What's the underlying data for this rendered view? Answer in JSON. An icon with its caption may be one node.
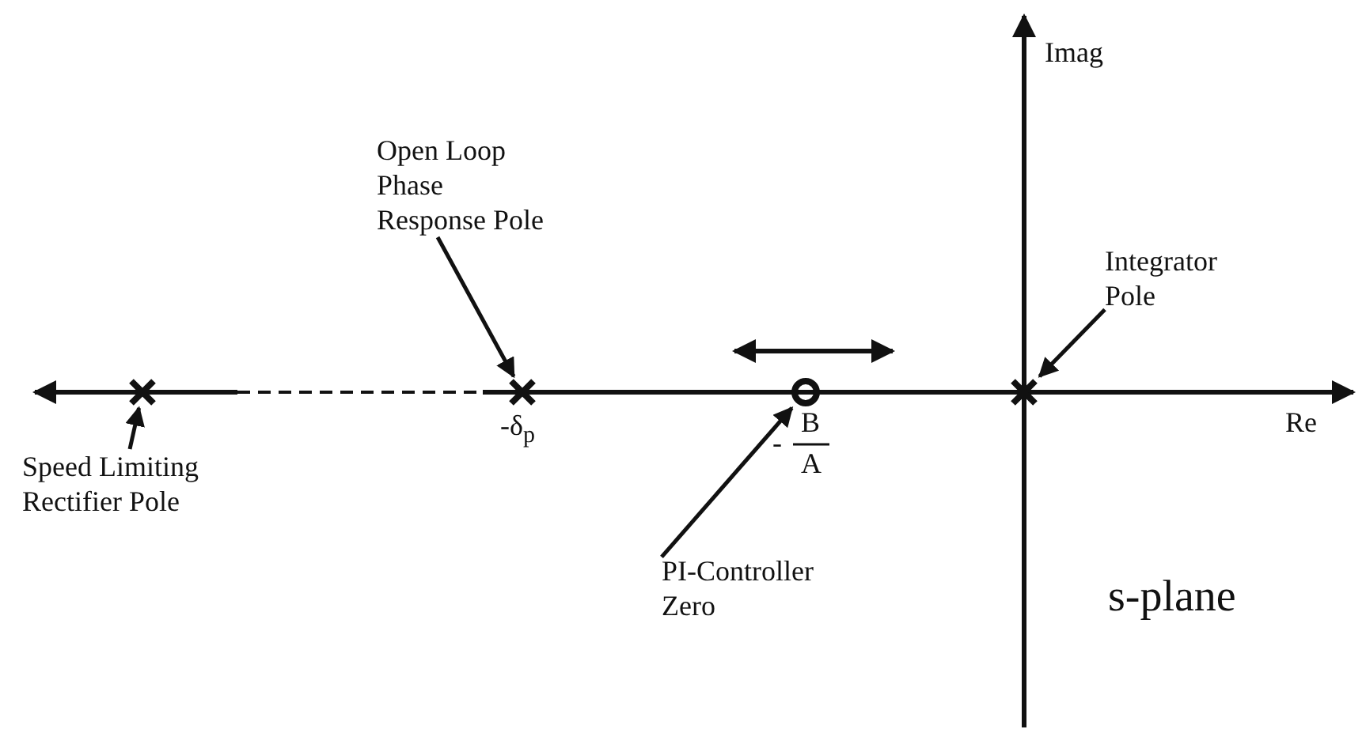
{
  "diagram": {
    "nodes": [
      {
        "text": [
          "Open Loop Phase Response Pole"
        ]
      },
      {
        "text": [
          "Integrator Pole"
        ]
      },
      {
        "text": [
          "Speed Limiting Rectifier Pole"
        ]
      },
      {
        "text": [
          "PI-Controller Zero"
        ]
      },
      {
        "text": [],
        "shape": "cross"
      },
      {
        "text": [],
        "shape": "cross"
      },
      {
        "text": [],
        "shape": "circle"
      },
      {
        "text": [],
        "shape": "cross"
      }
    ],
    "edges": [
      {
        "from": 0,
        "to": 5,
        "arrow": "to"
      },
      {
        "from": 1,
        "to": 7,
        "arrow": "to"
      },
      {
        "from": 2,
        "to": 4,
        "arrow": "to"
      },
      {
        "from": 3,
        "to": 6,
        "arrow": "to"
      }
    ],
    "labels": [
      "Imag",
      "Re",
      "-δ$_{p}$",
      "-",
      "B",
      "A",
      "s-plane"
    ]
  }
}
